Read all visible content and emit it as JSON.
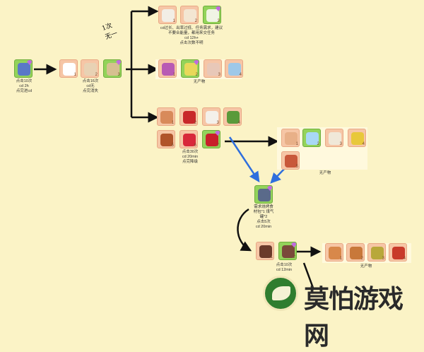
{
  "handwritten_note": "1次\n无一",
  "labels": {
    "start": "点击10次\ncd 2h\n点完进cd",
    "crate": "点击16次\ncd无\n点完消失",
    "top_branch": "cd过长、出率过低、任务需求，建议\n不要合能量，都用来交任务\ncd 12h+\n点击次数不明",
    "mid_branch": "无产物",
    "lower_branch": "点击30次\ncd 20min\n点完降级",
    "ingredients": "无产物",
    "grill_req": "需求烧烤食\n材包*1 煤气\n罐*2\n点击5次\ncd 20min",
    "bbq": "点击10次\ncd 12min",
    "dishes": "无产物"
  },
  "icons": [
    "car-icon",
    "box-icon",
    "bag-icon",
    "basket-icon",
    "pot-icon",
    "cake-icon",
    "milk-icon",
    "jar-icon",
    "broom-icon",
    "balloon-icon",
    "wreath-icon",
    "icecream-icon",
    "chair-icon",
    "hat-icon",
    "bowl-icon",
    "toque-icon",
    "can-icon",
    "table-icon",
    "cheese-icon",
    "gift-icon",
    "egg-icon",
    "bottle-icon",
    "flour-icon",
    "fruit-icon",
    "meat-icon",
    "grill-icon",
    "pan-icon",
    "dish-icon"
  ],
  "logo_text": "莫怕游戏网",
  "colors": {
    "background": "#fbf3c6",
    "peach_tile": "#f6c6a6",
    "green_tile": "#93d35a",
    "gem": "#c26be0",
    "blue_arrow": "#2f6fdd"
  }
}
